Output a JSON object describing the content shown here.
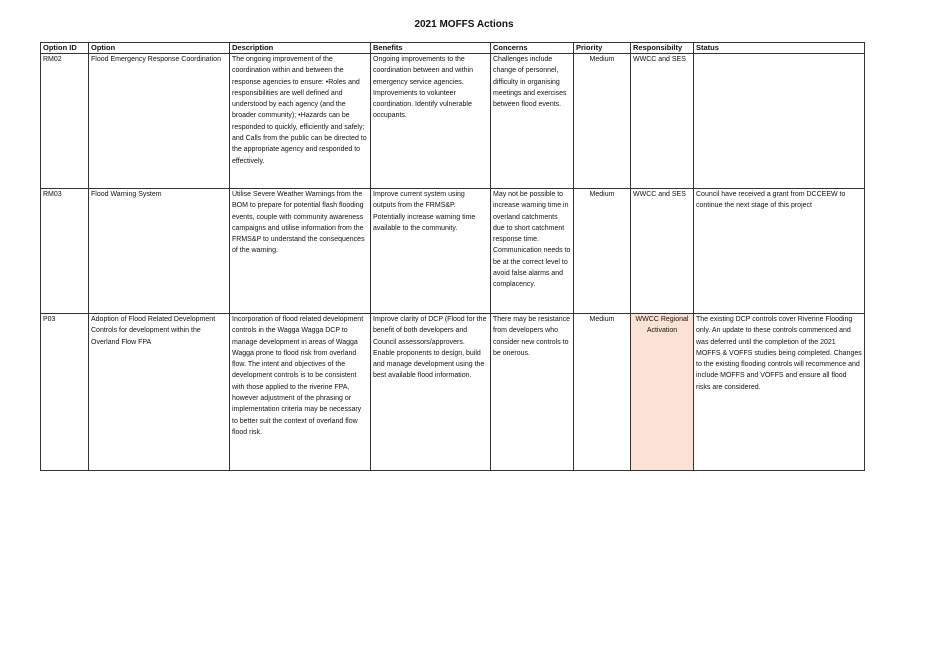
{
  "title": "2021 MOFFS Actions",
  "columns": [
    "Option ID",
    "Option",
    "Description",
    "Benefits",
    "Concerns",
    "Priority",
    "Responsibilty",
    "Status"
  ],
  "rows": [
    {
      "option_id": "RM02",
      "option": "Flood Emergency Response Coordination",
      "description": "The ongoing improvement of the coordination within and between the response agencies to ensure: •Roles and responsibilities are well defined and understood by each agency (and the broader community); •Hazards can be responded to quickly, efficiently and safely; and Calls from the public can be directed to the appropriate agency and responded to effectively.",
      "benefits": "Ongoing improvements to the coordination between and within emergency service agencies. Improvements to volunteer coordination. Identify vulnerable occupants.",
      "concerns": "Challenges include change of personnel, difficulty in organising meetings and exercises between flood events.",
      "priority": "Medium",
      "responsibility": "WWCC and SES",
      "status": ""
    },
    {
      "option_id": "RM03",
      "option": "Flood Warning System",
      "description": "Utilise Severe Weather Warnings from the BOM to prepare for potential flash flooding events, couple with community awareness campaigns and utilise information from the FRMS&P to understand the consequences of the warning.",
      "benefits": "Improve current system using outputs from the FRMS&P. Potentially increase warning time available to the community.",
      "concerns": "May not be possible to increase warning time in overland catchments due to short catchment response time. Communication needs to be at the correct level to avoid false alarms and complacency.",
      "priority": "Medium",
      "responsibility": "WWCC and SES",
      "status": "Council have received a grant from DCCEEW to continue the next stage of this project"
    },
    {
      "option_id": "P03",
      "option": "Adoption of Flood Related Development Controls for development within the Overland Flow FPA",
      "description": "Incorporation of flood related development controls in the Wagga Wagga DCP to manage development in areas of Wagga Wagga prone to flood risk from overland flow. The intent and objectives of the development controls is to be consistent with those applied to the riverine FPA, however adjustment of the phrasing or implementation criteria may be necessary to better suit the context of overland flow flood risk.",
      "benefits": "Improve clarity of DCP (Flood for the benefit of both developers and Council assessors/approvers. Enable proponents to design, build and manage development using the best available flood information.",
      "concerns": "There may be resistance from developers who consider new controls to be onerous.",
      "priority": "Medium",
      "responsibility": "WWCC Regional Activation",
      "status": "The existing DCP controls cover Riverine Flooding only. An update to these controls commenced and was deferred until the completion of the 2021 MOFFS & VOFFS studies being completed. Changes to the existing flooding controls will recommence and include MOFFS and VOFFS and ensure all flood risks are considered."
    }
  ],
  "colors": {
    "highlight_cell": "#fbe2d5",
    "border": "#333333"
  }
}
